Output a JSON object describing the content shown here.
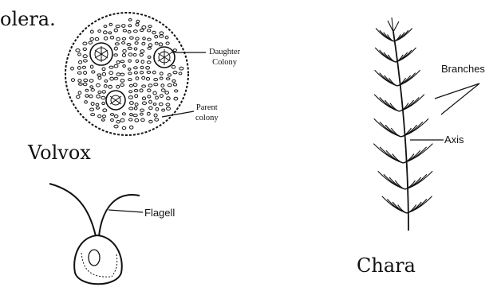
{
  "text_fragment": "olera.",
  "volvox": {
    "title": "Volvox",
    "labels": {
      "daughter_colony": [
        "Daughter",
        "Colony"
      ],
      "parent_colony": [
        "Parent",
        "colony"
      ]
    }
  },
  "chlamydomonas": {
    "labels": {
      "flagella": "Flagell"
    }
  },
  "chara": {
    "title": "Chara",
    "labels": {
      "branches": "Branches",
      "axis": "Axis"
    }
  },
  "colors": {
    "ink": "#111111",
    "background": "#ffffff"
  }
}
